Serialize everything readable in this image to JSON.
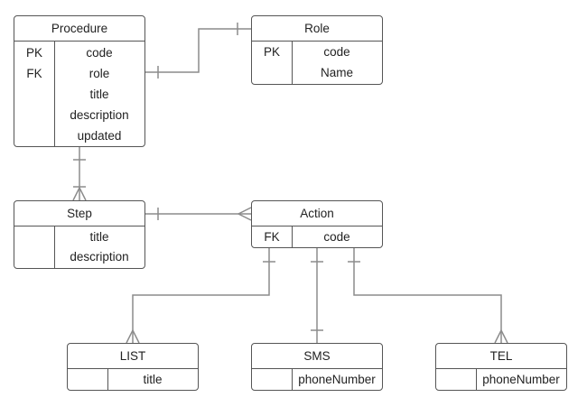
{
  "entities": {
    "procedure": {
      "title": "Procedure",
      "rows": [
        {
          "key": "PK",
          "attr": "code"
        },
        {
          "key": "FK",
          "attr": "role"
        },
        {
          "key": "",
          "attr": "title"
        },
        {
          "key": "",
          "attr": "description"
        },
        {
          "key": "",
          "attr": "updated"
        }
      ]
    },
    "role": {
      "title": "Role",
      "rows": [
        {
          "key": "PK",
          "attr": "code"
        },
        {
          "key": "",
          "attr": "Name"
        }
      ]
    },
    "step": {
      "title": "Step",
      "rows": [
        {
          "key": "",
          "attr": "title"
        },
        {
          "key": "",
          "attr": "description"
        }
      ]
    },
    "action": {
      "title": "Action",
      "rows": [
        {
          "key": "FK",
          "attr": "code"
        }
      ]
    },
    "list": {
      "title": "LIST",
      "rows": [
        {
          "key": "",
          "attr": "title"
        }
      ]
    },
    "sms": {
      "title": "SMS",
      "rows": [
        {
          "key": "",
          "attr": "phoneNumber"
        }
      ]
    },
    "tel": {
      "title": "TEL",
      "rows": [
        {
          "key": "",
          "attr": "phoneNumber"
        }
      ]
    }
  },
  "relationships": [
    {
      "from": "procedure",
      "to": "role",
      "from_end": "one",
      "to_end": "one"
    },
    {
      "from": "procedure",
      "to": "step",
      "from_end": "one",
      "to_end": "many"
    },
    {
      "from": "step",
      "to": "action",
      "from_end": "one",
      "to_end": "many"
    },
    {
      "from": "action",
      "to": "list",
      "from_end": "one",
      "to_end": "many"
    },
    {
      "from": "action",
      "to": "sms",
      "from_end": "one",
      "to_end": "one"
    },
    {
      "from": "action",
      "to": "tel",
      "from_end": "one",
      "to_end": "many"
    }
  ],
  "colors": {
    "border": "#555555",
    "connector": "#8c8c8c",
    "text": "#222222"
  }
}
